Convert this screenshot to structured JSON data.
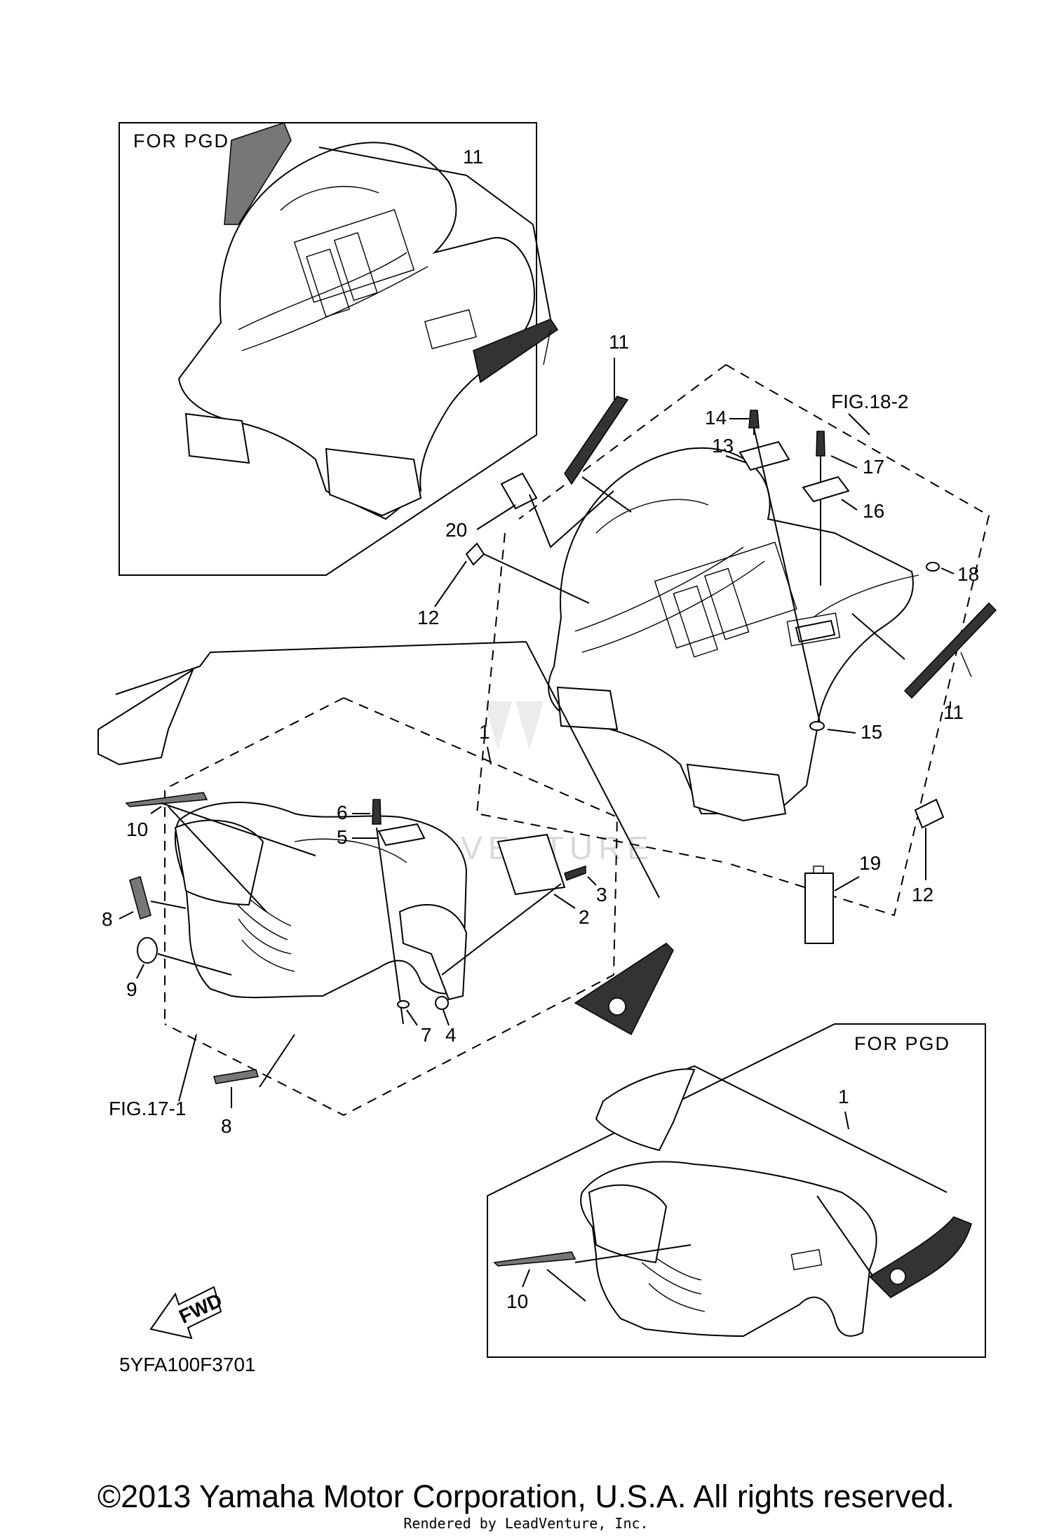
{
  "diagram": {
    "box_labels": {
      "top_box": "FOR PGD",
      "bottom_box": "FOR PGD"
    },
    "fig_refs": {
      "rear": "FIG.18-2",
      "front": "FIG.17-1"
    },
    "callouts": {
      "c1": "1",
      "c1b": "1",
      "c2": "2",
      "c3": "3",
      "c4": "4",
      "c5": "5",
      "c6": "6",
      "c7": "7",
      "c8": "8",
      "c8b": "8",
      "c9": "9",
      "c10": "10",
      "c10b": "10",
      "c11": "11",
      "c11b": "11",
      "c11c": "11",
      "c12": "12",
      "c12b": "12",
      "c13": "13",
      "c14": "14",
      "c15": "15",
      "c16": "16",
      "c17": "17",
      "c18": "18",
      "c19": "19",
      "c20": "20"
    },
    "fwd_label": "FWD",
    "drawing_code": "5YFA100F3701",
    "watermark": "LEADVENTURE"
  },
  "footer": {
    "copyright": "©2013 Yamaha Motor Corporation, U.S.A. All rights reserved.",
    "rendered_by": "Rendered by LeadVenture, Inc."
  }
}
